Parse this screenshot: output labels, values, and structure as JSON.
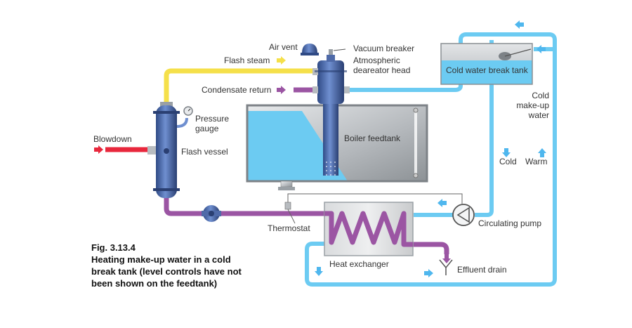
{
  "labels": {
    "air_vent": "Air vent",
    "vacuum_breaker": "Vacuum breaker",
    "atmospheric_deaerator_line1": "Atmospheric",
    "atmospheric_deaerator_line2": "deareator head",
    "flash_steam": "Flash steam",
    "condensate_return": "Condensate return",
    "pressure_gauge_line1": "Pressure",
    "pressure_gauge_line2": "gauge",
    "blowdown": "Blowdown",
    "flash_vessel": "Flash vessel",
    "boiler_feedtank": "Boiler feedtank",
    "cold_water_break_tank": "Cold water break tank",
    "cold_makeup_line1": "Cold",
    "cold_makeup_line2": "make-up",
    "cold_makeup_line3": "water",
    "cold": "Cold",
    "warm": "Warm",
    "thermostat": "Thermostat",
    "circulating_pump": "Circulating pump",
    "heat_exchanger": "Heat exchanger",
    "effluent_drain": "Effluent drain"
  },
  "caption": {
    "fig_number": "Fig. 3.13.4",
    "line1": "Heating make-up water in a cold",
    "line2": "break tank (level controls have not",
    "line3": "been shown on the feedtank)"
  },
  "colors": {
    "cold_water": "#6ccbf2",
    "flash_steam": "#f5e04a",
    "condensate": "#9b55a3",
    "blowdown": "#e8273c",
    "vessel": "#3f5fa0",
    "steel": "#b8bcc0",
    "arrow_blue": "#4fb7ee"
  }
}
